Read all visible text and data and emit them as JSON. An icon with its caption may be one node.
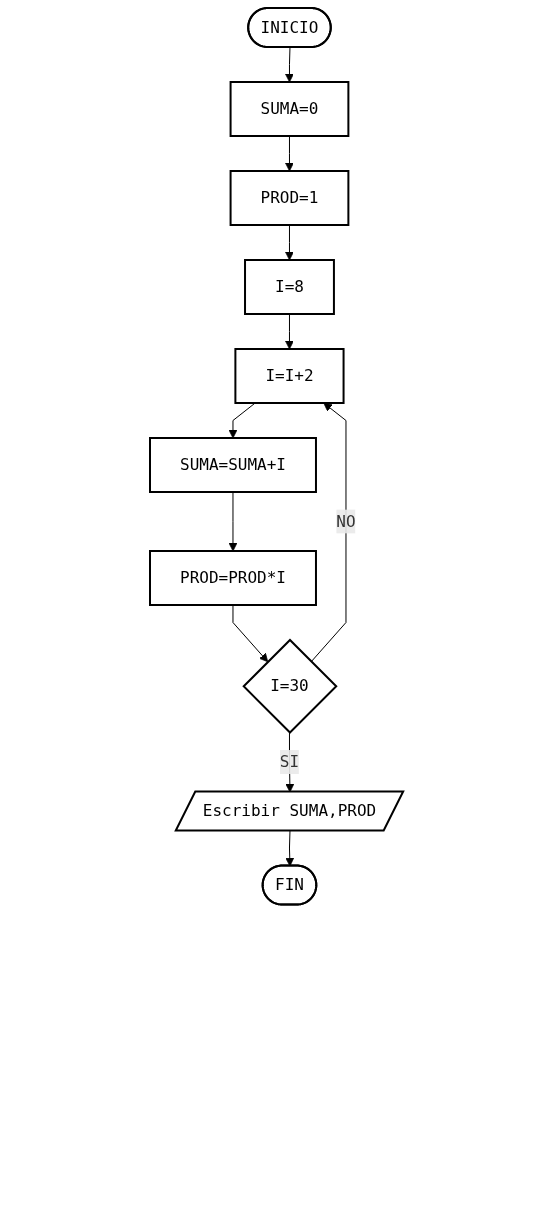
{
  "diagram": {
    "nodes": [
      {
        "text": [
          "INICIO"
        ]
      },
      {
        "text": [
          "SUMA=0"
        ]
      },
      {
        "text": [
          "PROD=1"
        ]
      },
      {
        "text": [
          "I=8"
        ]
      },
      {
        "text": [
          "I=I+2"
        ]
      },
      {
        "text": [
          "SUMA=SUMA+I"
        ]
      },
      {
        "text": [
          "PROD=PROD*I"
        ]
      },
      {
        "text": [
          "I=30"
        ]
      },
      {
        "text": [
          "Escribir SUMA,PROD"
        ]
      },
      {
        "text": [
          "FIN"
        ]
      }
    ],
    "edges": [
      {
        "from": 0,
        "to": 1,
        "arrow": "to"
      },
      {
        "from": 1,
        "to": 2,
        "arrow": "to"
      },
      {
        "from": 2,
        "to": 3,
        "arrow": "to"
      },
      {
        "from": 3,
        "to": 4,
        "arrow": "to"
      },
      {
        "from": 4,
        "to": 5,
        "arrow": "to"
      },
      {
        "from": 5,
        "to": 6,
        "arrow": "to"
      },
      {
        "from": 6,
        "to": 7,
        "arrow": "to"
      },
      {
        "from": 7,
        "to": 4,
        "label": "NO",
        "arrow": "to"
      },
      {
        "from": 7,
        "to": 8,
        "label": "SI",
        "arrow": "to"
      },
      {
        "from": 8,
        "to": 9,
        "arrow": "to"
      }
    ]
  }
}
